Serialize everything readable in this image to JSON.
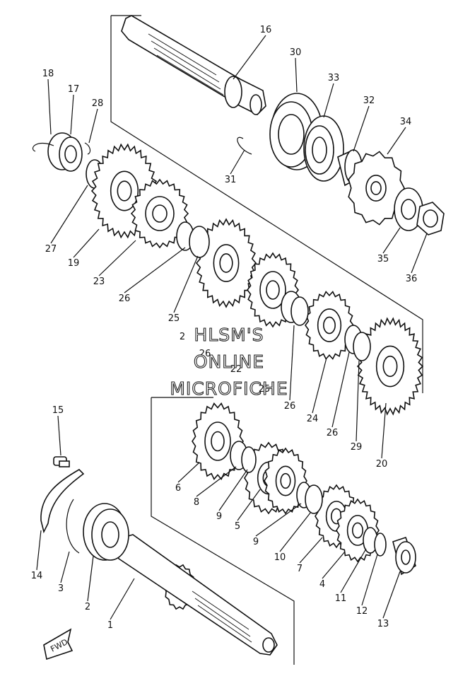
{
  "labels": [
    {
      "id": "1",
      "text": "1"
    },
    {
      "id": "2",
      "text": "2"
    },
    {
      "id": "3",
      "text": "3"
    },
    {
      "id": "4",
      "text": "4"
    },
    {
      "id": "5",
      "text": "5"
    },
    {
      "id": "6",
      "text": "6"
    },
    {
      "id": "7",
      "text": "7"
    },
    {
      "id": "8",
      "text": "8"
    },
    {
      "id": "9a",
      "text": "9"
    },
    {
      "id": "9b",
      "text": "9"
    },
    {
      "id": "10",
      "text": "10"
    },
    {
      "id": "11",
      "text": "11"
    },
    {
      "id": "12",
      "text": "12"
    },
    {
      "id": "13",
      "text": "13"
    },
    {
      "id": "14",
      "text": "14"
    },
    {
      "id": "15",
      "text": "15"
    },
    {
      "id": "16",
      "text": "16"
    },
    {
      "id": "17",
      "text": "17"
    },
    {
      "id": "18",
      "text": "18"
    },
    {
      "id": "19",
      "text": "19"
    },
    {
      "id": "20",
      "text": "20"
    },
    {
      "id": "2x",
      "text": "2"
    },
    {
      "id": "22",
      "text": "22"
    },
    {
      "id": "23",
      "text": "23"
    },
    {
      "id": "24",
      "text": "24"
    },
    {
      "id": "25a",
      "text": "25"
    },
    {
      "id": "25b",
      "text": "25"
    },
    {
      "id": "26a",
      "text": "26"
    },
    {
      "id": "26b",
      "text": "26"
    },
    {
      "id": "26c",
      "text": "26"
    },
    {
      "id": "26d",
      "text": "26"
    },
    {
      "id": "27",
      "text": "27"
    },
    {
      "id": "28",
      "text": "28"
    },
    {
      "id": "29",
      "text": "29"
    },
    {
      "id": "30",
      "text": "30"
    },
    {
      "id": "31",
      "text": "31"
    },
    {
      "id": "32",
      "text": "32"
    },
    {
      "id": "33",
      "text": "33"
    },
    {
      "id": "34",
      "text": "34"
    },
    {
      "id": "35",
      "text": "35"
    },
    {
      "id": "36",
      "text": "36"
    }
  ],
  "watermark": {
    "line1": "HLSM'S",
    "line2": "ONLINE",
    "line3": "MICROFICHE"
  },
  "direction_arrow": "FWD"
}
